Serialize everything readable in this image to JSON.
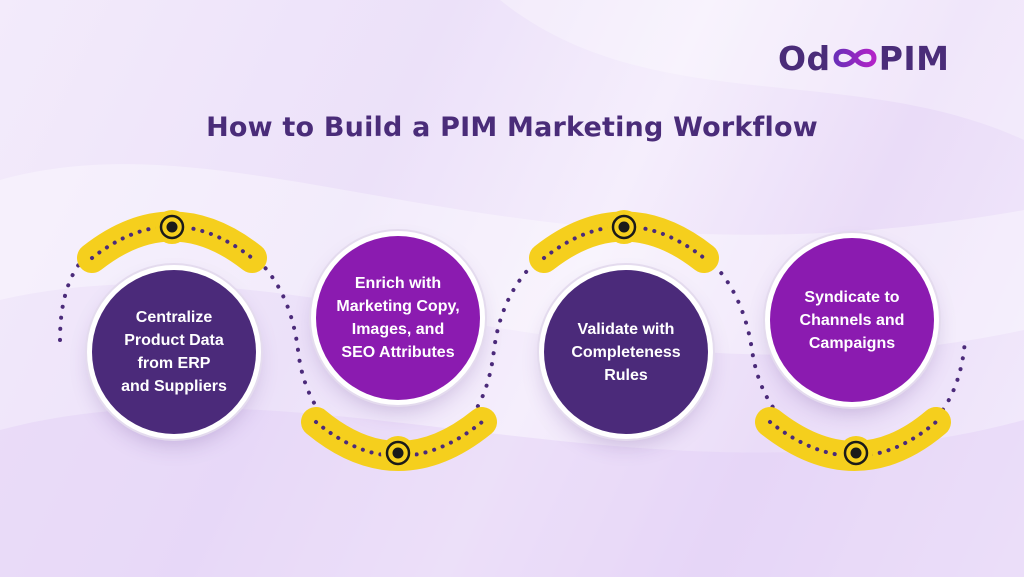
{
  "header": {
    "logo": {
      "text_left": "Od",
      "text_right": "PIM",
      "icon": "infinity-icon"
    },
    "title": "How to Build a PIM Marketing Workflow"
  },
  "steps": [
    {
      "label": "Centralize\nProduct Data\nfrom ERP\nand Suppliers",
      "color": "#4b2a7a"
    },
    {
      "label": "Enrich with\nMarketing Copy,\nImages, and\nSEO Attributes",
      "color": "#8b1bb0"
    },
    {
      "label": "Validate with\nCompleteness\nRules",
      "color": "#4b2a7a"
    },
    {
      "label": "Syndicate to\nChannels and\nCampaigns",
      "color": "#8b1bb0"
    }
  ],
  "colors": {
    "accent_yellow": "#f5cf1d",
    "dark_purple": "#4b2a7a",
    "violet": "#8b1bb0",
    "dot": "#4b2a7a"
  },
  "icons": [
    "infinity-icon",
    "target-node-icon"
  ]
}
